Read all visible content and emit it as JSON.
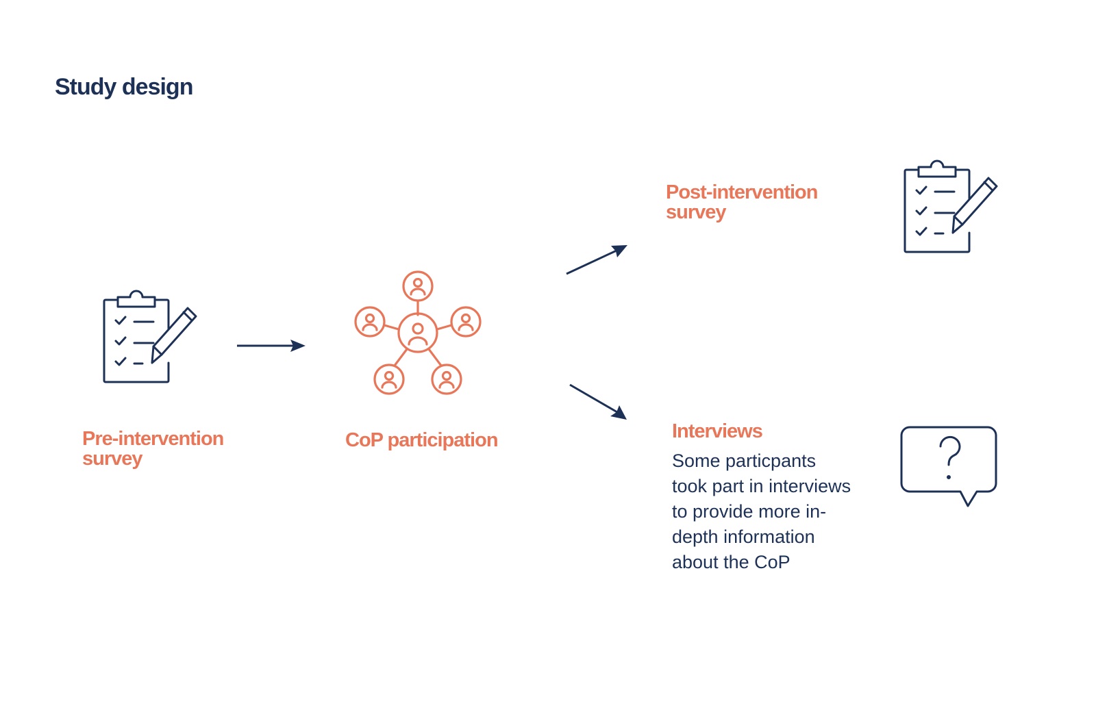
{
  "title": "Study design",
  "nodes": {
    "pre_survey": {
      "label_lines": [
        "Pre-intervention",
        "survey"
      ],
      "icon": "clipboard-checklist-icon"
    },
    "cop": {
      "label": "CoP participation",
      "icon": "community-network-icon"
    },
    "post_survey": {
      "label_lines": [
        "Post-intervention",
        "survey"
      ],
      "icon": "clipboard-checklist-icon"
    },
    "interviews": {
      "label": "Interviews",
      "description_lines": [
        "Some particpants",
        "took part in interviews",
        "to provide more in-",
        "depth information",
        "about the CoP"
      ],
      "icon": "question-speech-bubble-icon"
    }
  },
  "colors": {
    "navy": "#1d3157",
    "orange": "#e8775a"
  }
}
